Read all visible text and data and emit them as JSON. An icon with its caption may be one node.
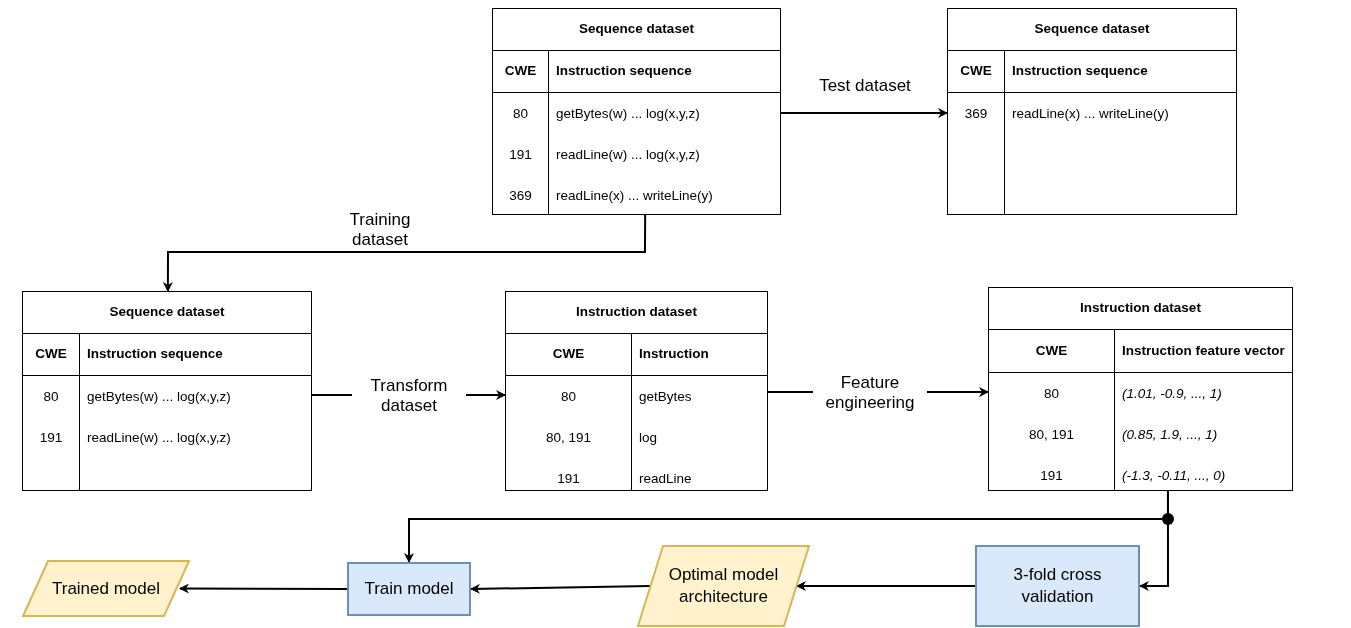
{
  "diagram": {
    "nodes": [
      {
        "text": [
          "Sequence dataset",
          "CWE",
          "Instruction sequence",
          "80",
          "getBytes(w) ... log(x,y,z)",
          "191",
          "readLine(w) ... log(x,y,z)",
          "369",
          "readLine(x) ... writeLine(y)"
        ]
      },
      {
        "text": [
          "Sequence dataset",
          "CWE",
          "Instruction sequence",
          "369",
          "readLine(x) ... writeLine(y)"
        ]
      },
      {
        "text": [
          "Sequence dataset",
          "CWE",
          "Instruction sequence",
          "80",
          "getBytes(w) ... log(x,y,z)",
          "191",
          "readLine(w) ... log(x,y,z)"
        ]
      },
      {
        "text": [
          "Instruction dataset",
          "CWE",
          "Instruction",
          "80",
          "getBytes",
          "80, 191",
          "log",
          "191",
          "readLine"
        ]
      },
      {
        "text": [
          "Instruction dataset",
          "CWE",
          "Instruction feature vector",
          "80",
          "(1.01, -0.9, ..., 1)",
          "80, 191",
          "(0.85, 1.9, ..., 1)",
          "191",
          "(-1.3, -0.11, ..., 0)"
        ]
      },
      {
        "text": [
          "Trained model"
        ]
      },
      {
        "text": [
          "Train model"
        ]
      },
      {
        "text": [
          "Optimal model architecture"
        ]
      },
      {
        "text": [
          "3-fold cross validation"
        ]
      }
    ],
    "edges": [
      {
        "from": 0,
        "to": 1,
        "arrow": "to",
        "label": "Test dataset"
      },
      {
        "from": 0,
        "to": 2,
        "arrow": "to",
        "label": "Training dataset"
      },
      {
        "from": 2,
        "to": 3,
        "arrow": "to",
        "label": "Transform dataset"
      },
      {
        "from": 3,
        "to": 4,
        "arrow": "to",
        "label": "Feature engineering"
      },
      {
        "from": 4,
        "to": 6,
        "arrow": "to"
      },
      {
        "from": 4,
        "to": 8,
        "arrow": "to"
      },
      {
        "from": 8,
        "to": 7,
        "arrow": "to"
      },
      {
        "from": 7,
        "to": 6,
        "arrow": "to"
      },
      {
        "from": 6,
        "to": 5,
        "arrow": "to"
      }
    ]
  }
}
